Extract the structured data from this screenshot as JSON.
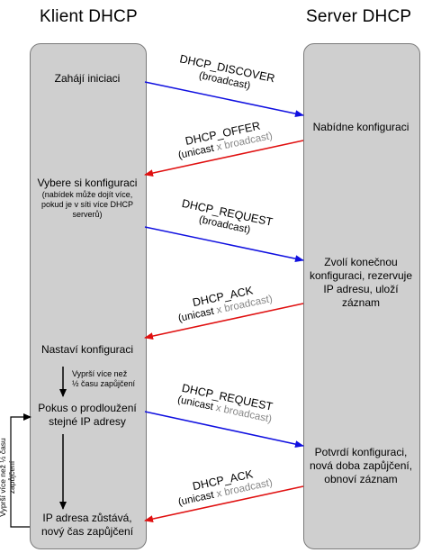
{
  "columns": {
    "client": "Klient DHCP",
    "server": "Server DHCP"
  },
  "client_steps": {
    "initiate": "Zahájí iniciaci",
    "choose": "Vybere si konfiguraci",
    "choose_note_1": "(nabídek může dojít více,",
    "choose_note_2": "pokud je v síti více DHCP",
    "choose_note_3": "serverů)",
    "set": "Nastaví konfiguraci",
    "half_time_1": "Vyprší více než",
    "half_time_2": "½ času zapůjčení",
    "extend_1": "Pokus o prodloužení",
    "extend_2": "stejné IP adresy",
    "side_note_1": "Vyprší více než ½ času",
    "side_note_2": "zapůjčení",
    "keep_1": "IP adresa zůstává,",
    "keep_2": "nový čas zapůjčení"
  },
  "server_steps": {
    "offer": "Nabídne konfiguraci",
    "final_1": "Zvolí konečnou",
    "final_2": "konfiguraci, rezervuje",
    "final_3": "IP adresu, uloží",
    "final_4": "záznam",
    "confirm_1": "Potvrdí konfiguraci,",
    "confirm_2": "nová doba zapůjčení,",
    "confirm_3": "obnoví záznam"
  },
  "messages": [
    {
      "name": "DHCP_DISCOVER",
      "mode": "(broadcast)"
    },
    {
      "name": "DHCP_OFFER",
      "mode_a": "(unicast",
      "mode_x": "x",
      "mode_b": "broadcast)"
    },
    {
      "name": "DHCP_REQUEST",
      "mode": "(broadcast)"
    },
    {
      "name": "DHCP_ACK",
      "mode_a": "(unicast",
      "mode_x": "x",
      "mode_b": "broadcast)"
    },
    {
      "name": "DHCP_REQUEST",
      "mode_a": "(unicast",
      "mode_x": "x",
      "mode_b": "broadcast)"
    },
    {
      "name": "DHCP_ACK",
      "mode_a": "(unicast",
      "mode_x": "x",
      "mode_b": "broadcast)"
    }
  ],
  "colors": {
    "request": "#1010e0",
    "response": "#e01010",
    "lane": "#cfcfcf",
    "x_mark": "#888888"
  }
}
